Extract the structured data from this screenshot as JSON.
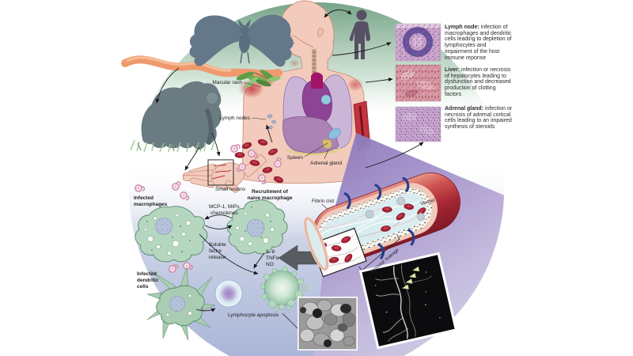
{
  "figure_labels": {
    "macular_rash": "Macular rash",
    "lymph_nodes": "Lymph nodes",
    "spleen": "Spleen",
    "adrenal_gland": "Adrenal gland",
    "small_lesions": "Small lesions",
    "infected_macrophages": [
      "Infected",
      "macrophages"
    ],
    "recruitment": [
      "Recruitment of",
      "naive macrophage"
    ],
    "chemokines": [
      "MCP-1, MIPs",
      "chemokines"
    ],
    "soluble": [
      "Soluble",
      "factor",
      "release"
    ],
    "cytokines": [
      "IL-8",
      "TNFα",
      "NO"
    ],
    "infected_dendritic": [
      "Infected",
      "dendritic",
      "cells"
    ],
    "lymphocyte_apoptosis": "Lymphocyte apoptosis",
    "fibrin_clot": "Fibrin clot",
    "vessel": "Vessel",
    "vascular_leakage": "Vascular leakage"
  },
  "histology": [
    {
      "title": "Lymph node:",
      "description": " infection of macrophages and dendritic cells leading to depletion of lymphocytes and impairment of the host immune reponse"
    },
    {
      "title": "Liver:",
      "description": " infection or necrosis of hepatocytes leading to dysfunction and decreased production of clotting factors"
    },
    {
      "title": "Adrenal gland:",
      "description": " infection or necrosis of adrenal cortical cells leading to an impaired synthesis of steroids"
    }
  ],
  "colors": {
    "circle_green_top": "#76a287",
    "circle_blue_bottom": "#aab6d8",
    "wedge_purple": "#8873b8",
    "cell_green": "#b5d6bf",
    "vessel_red": "#a52634",
    "virus_pink": "#cf8fae",
    "rbc_red": "#a81f33",
    "skin": "#f3cbbd",
    "silhouette_gray": "#575064"
  }
}
